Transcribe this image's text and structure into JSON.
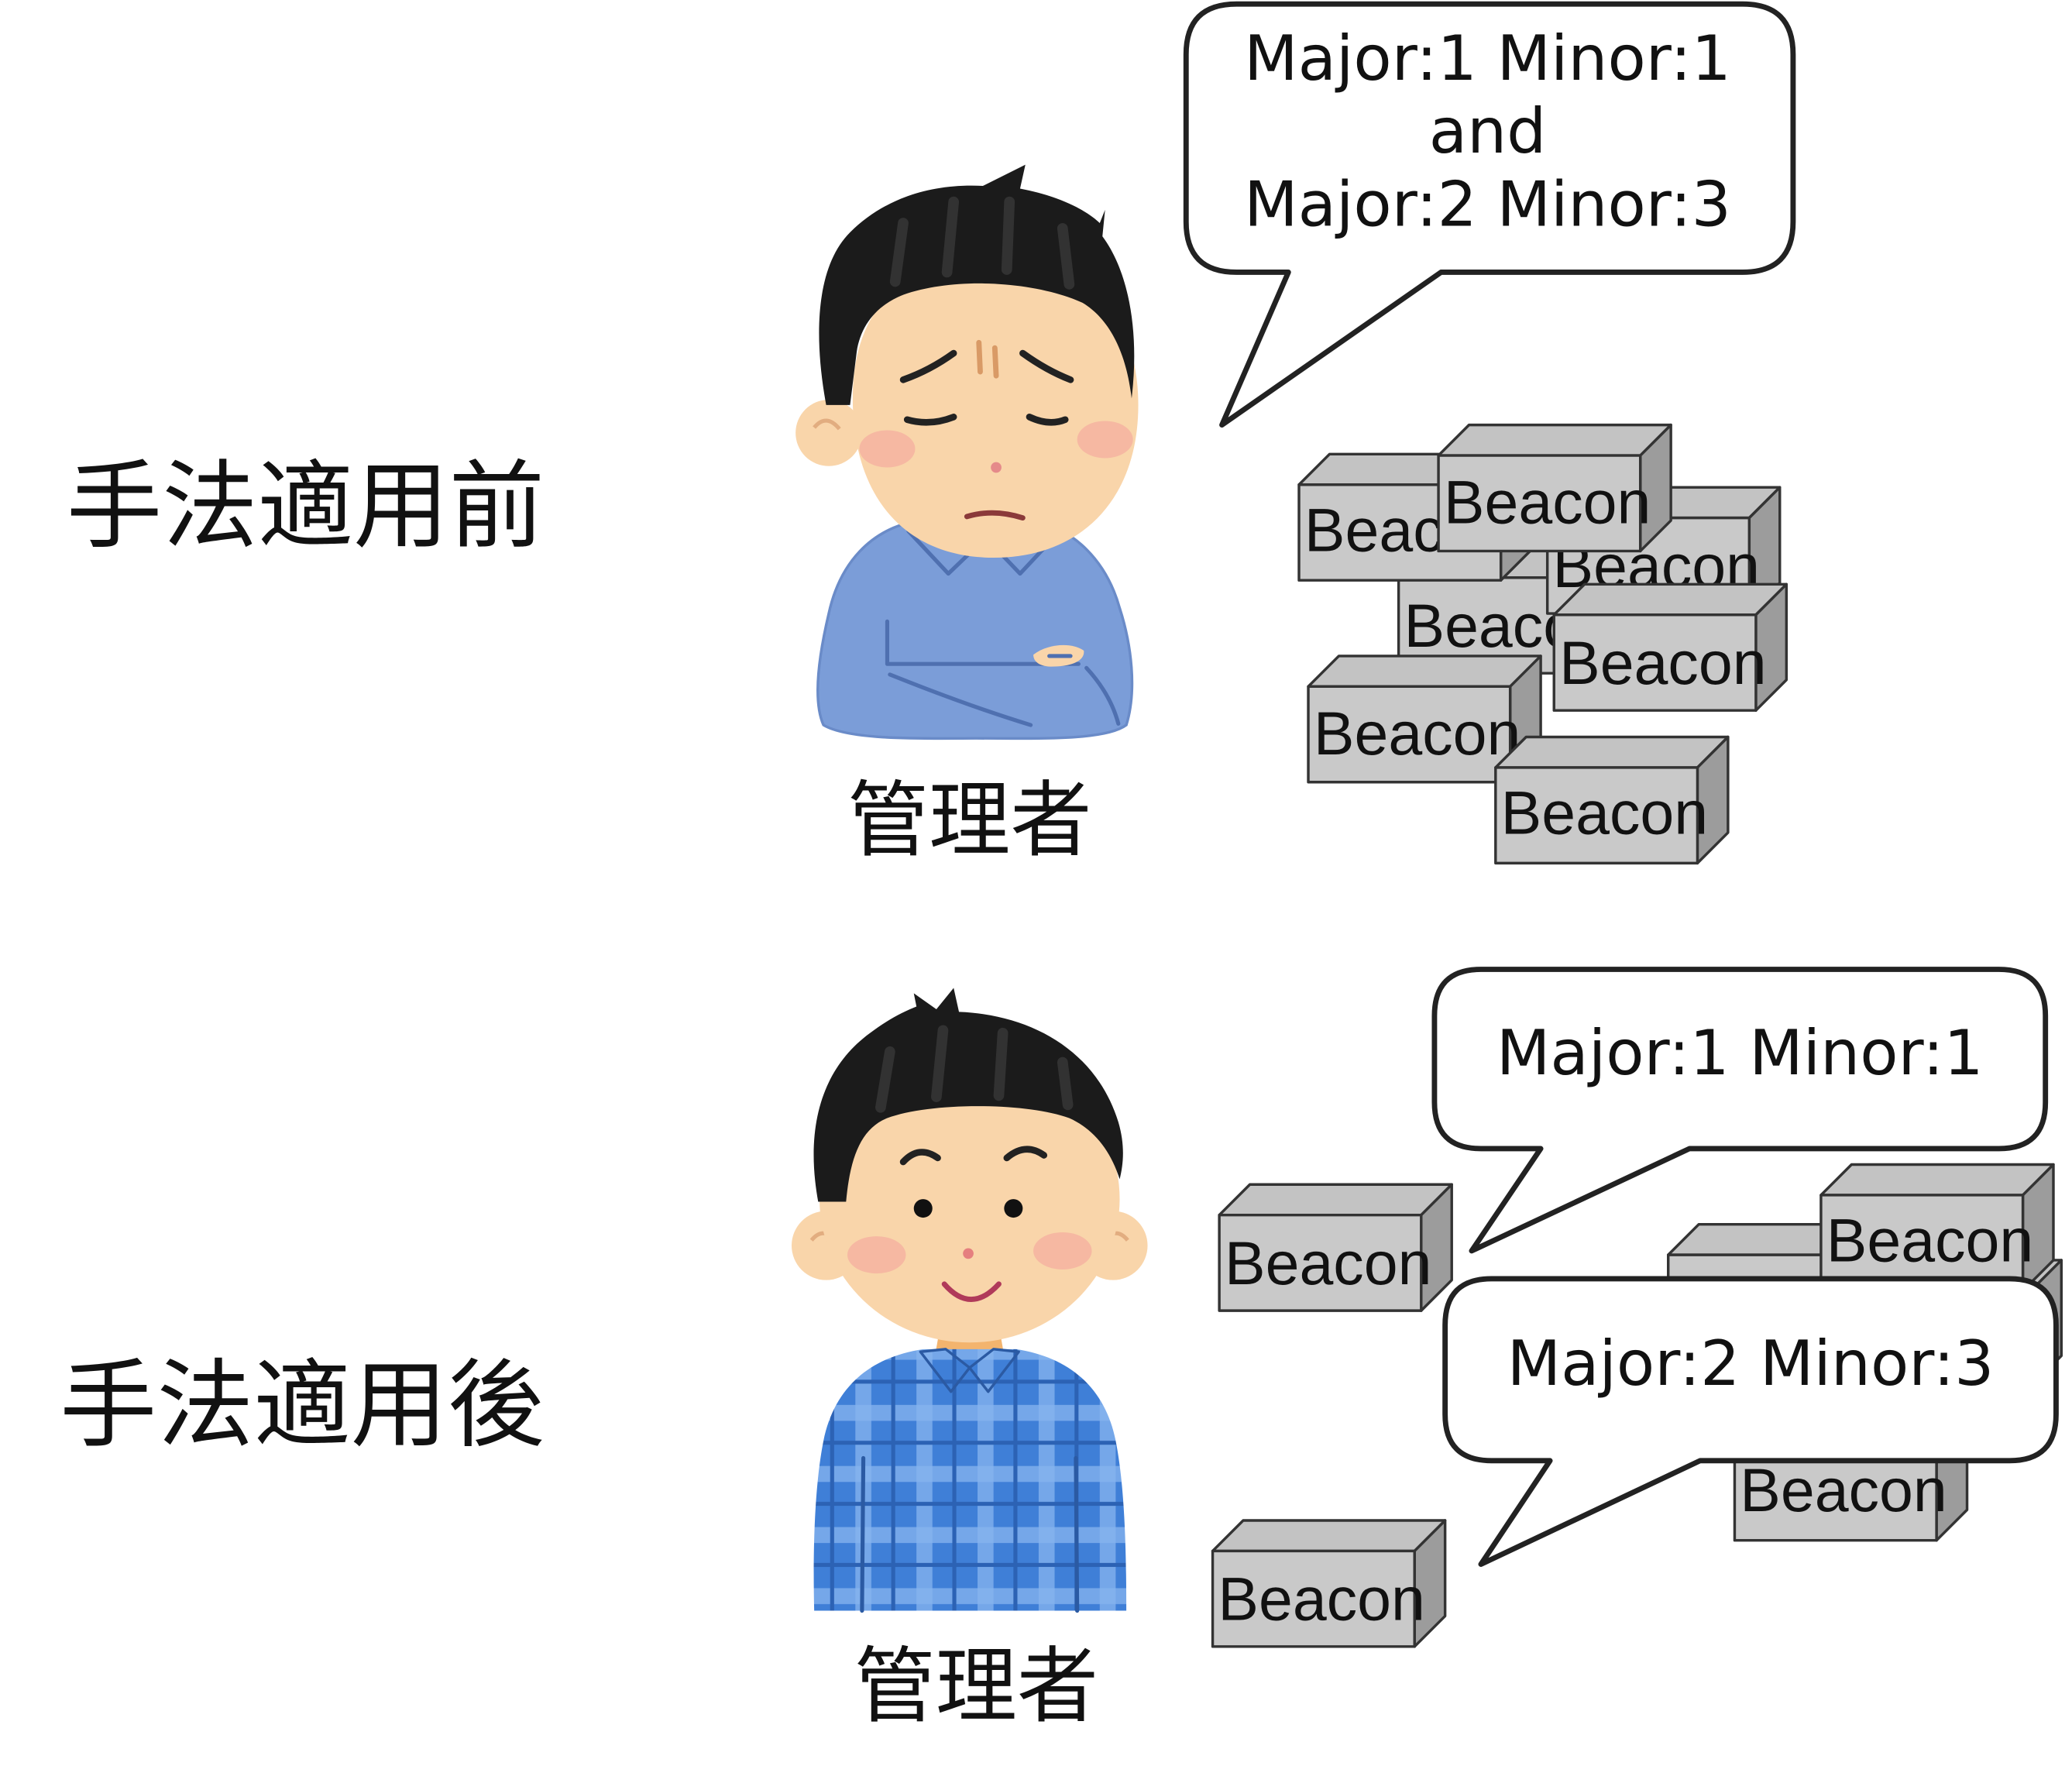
{
  "before": {
    "label": "手法適用前",
    "manager_label": "管理者",
    "illustration": "worried-manager-arms-crossed-icon",
    "bubble": {
      "lines": [
        "Major:1 Minor:1",
        "and",
        "Major:2 Minor:3"
      ]
    },
    "beacons": [
      "Beacon",
      "Beacon",
      "Beacon",
      "Beacon",
      "Beacon",
      "Beacon",
      "Beacon"
    ]
  },
  "after": {
    "label": "手法適用後",
    "manager_label": "管理者",
    "illustration": "smiling-manager-plaid-shirt-icon",
    "bubbles": [
      {
        "lines": [
          "Major:1 Minor:1"
        ]
      },
      {
        "lines": [
          "Major:2 Minor:3"
        ]
      }
    ],
    "beacons": [
      "Beacon",
      "Beacon",
      "Beacon",
      "Beacon"
    ]
  },
  "colors": {
    "beacon_front": "#c9c9c9",
    "beacon_top": "#c3c3c3",
    "beacon_side": "#9c9c9c",
    "outline": "#222222",
    "skin": "#f9d5aa",
    "hair": "#1b1b1b",
    "blush": "#f3a59c",
    "sweater": "#7b9dd8",
    "shirt": "#3f7fd7",
    "shirt_check": "#86b4ee"
  }
}
